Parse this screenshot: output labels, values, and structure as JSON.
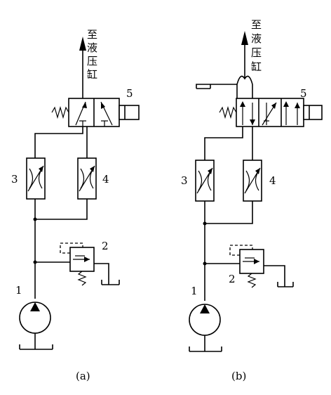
{
  "diagrams": [
    {
      "caption": "(a)",
      "outlet_text": [
        "至",
        "液",
        "压",
        "缸"
      ],
      "labels": {
        "pump": "1",
        "relief_valve": "2",
        "throttle_left": "3",
        "throttle_right": "4",
        "directional_valve": "5"
      }
    },
    {
      "caption": "(b)",
      "outlet_text": [
        "至",
        "液",
        "压",
        "缸"
      ],
      "labels": {
        "pump": "1",
        "relief_valve": "2",
        "throttle_left": "3",
        "throttle_right": "4",
        "directional_valve": "5"
      }
    }
  ]
}
